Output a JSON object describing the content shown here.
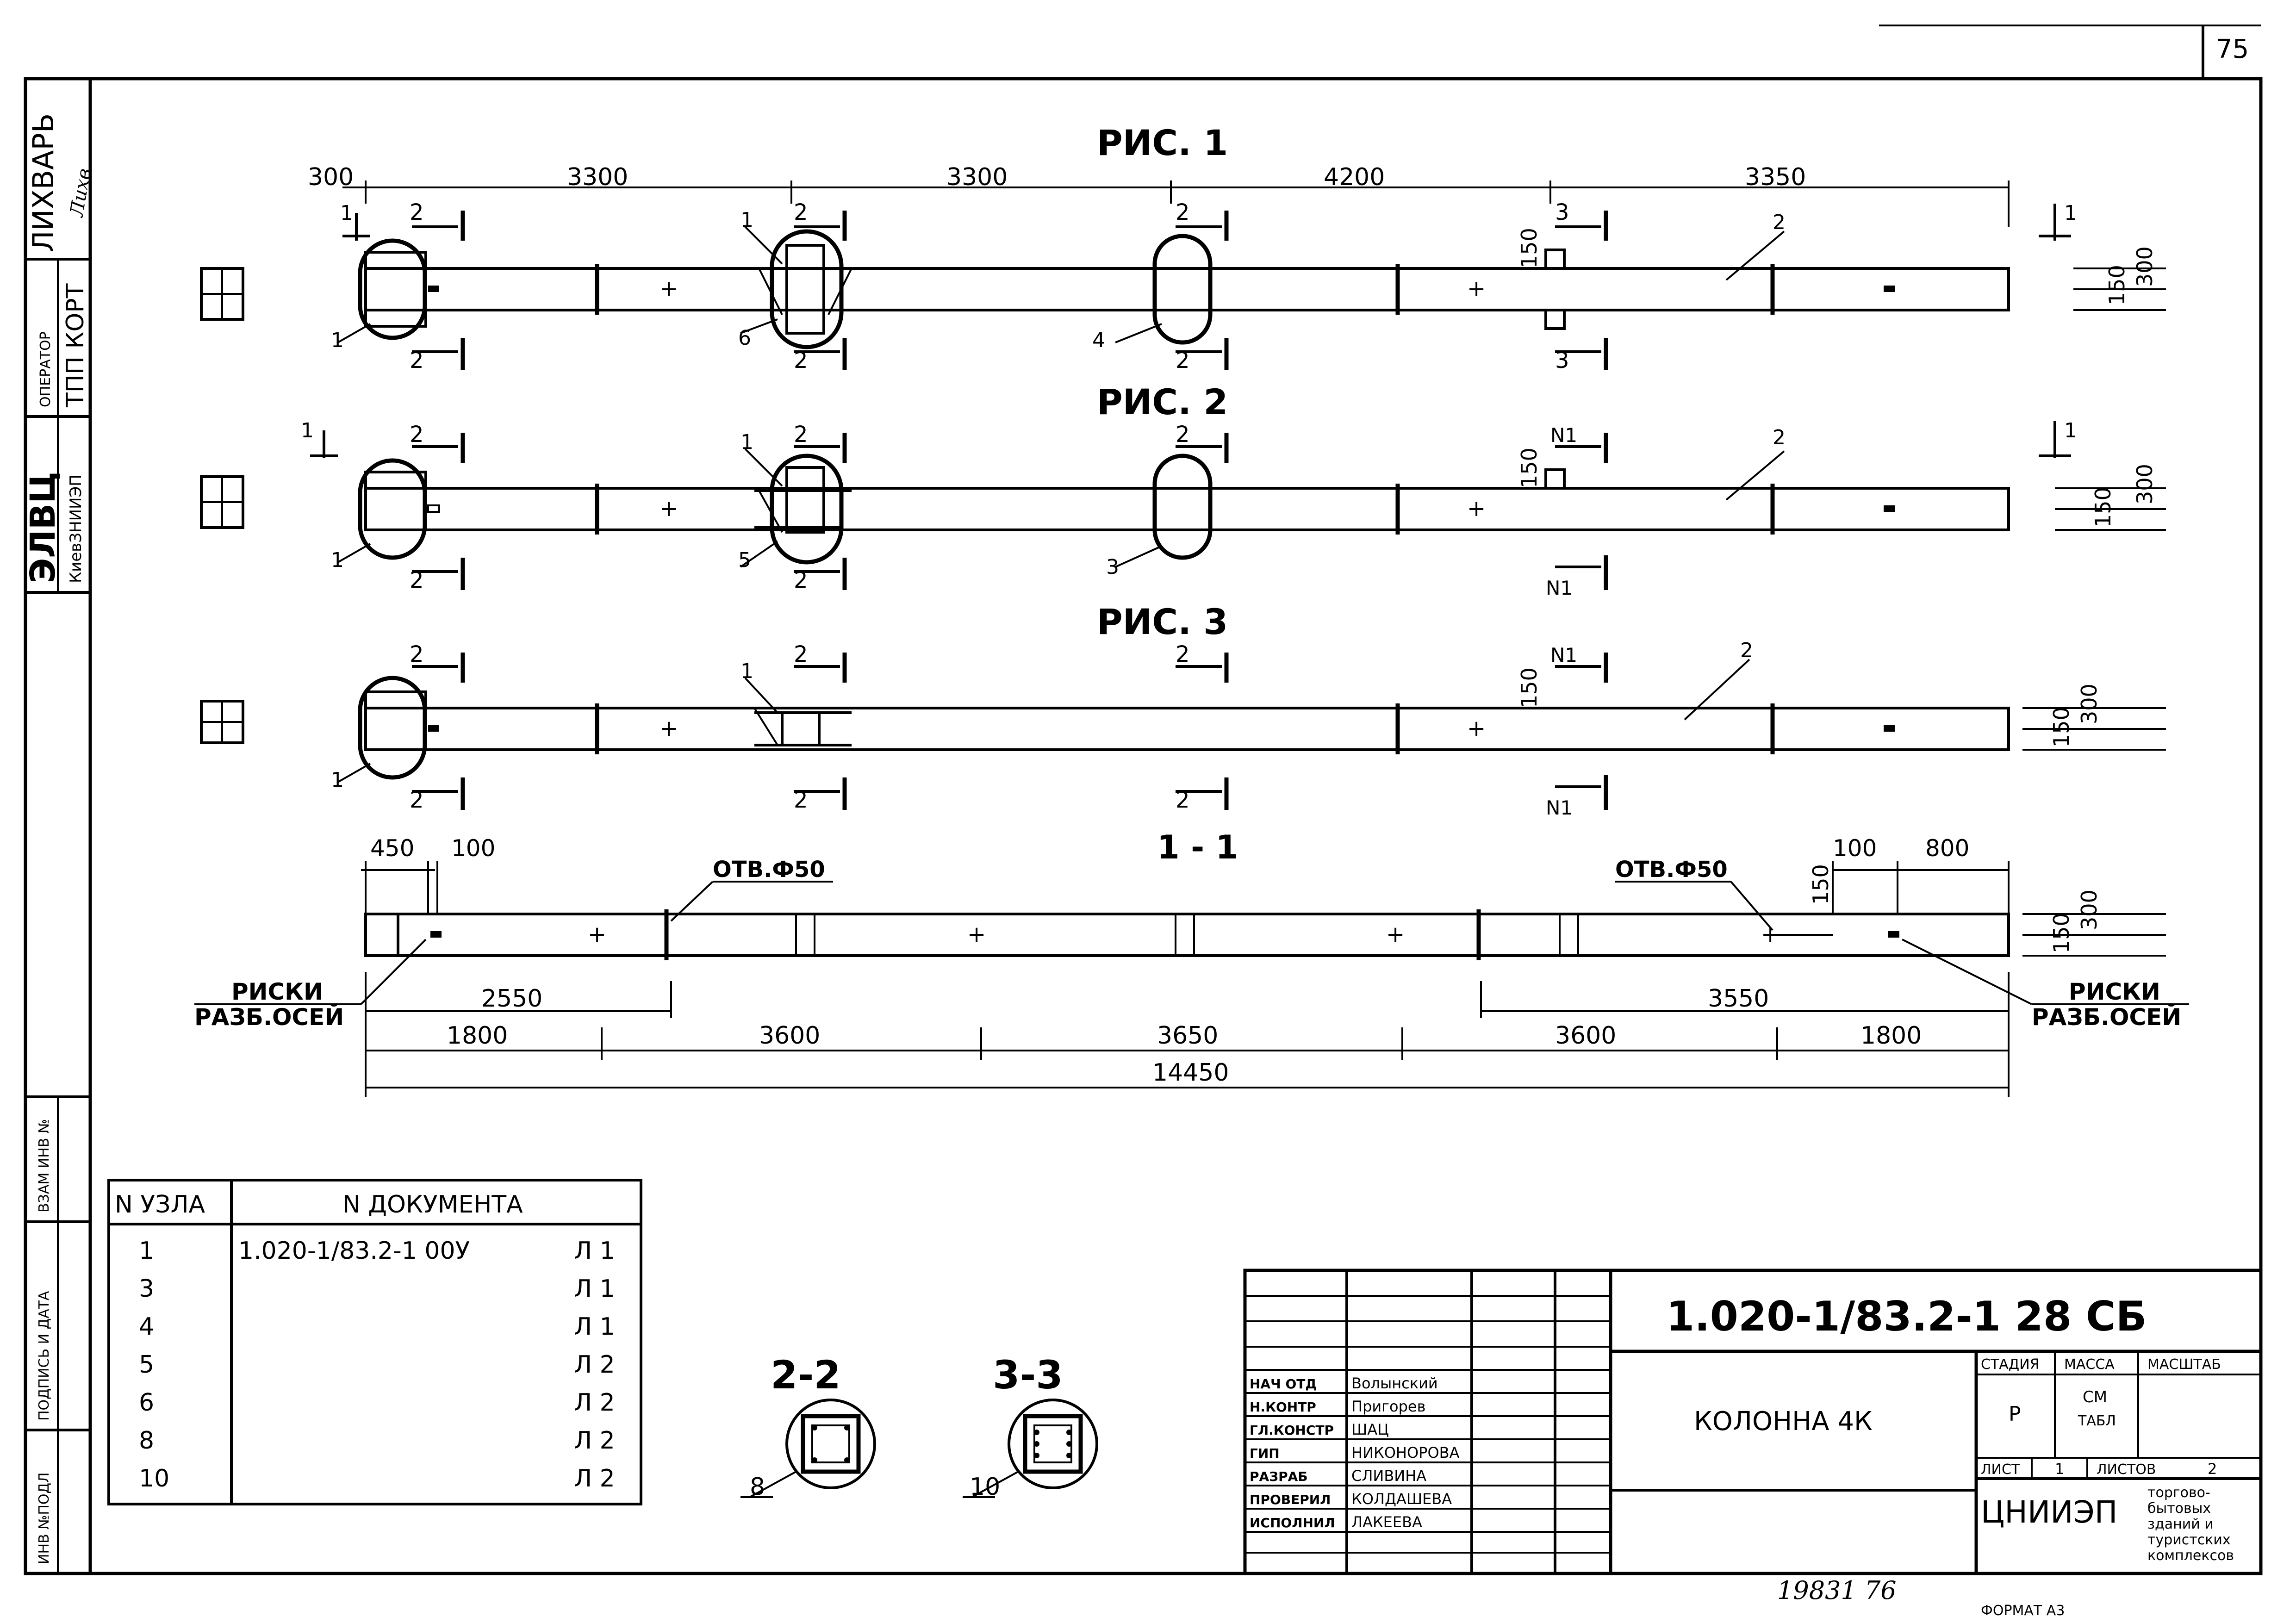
{
  "sheet_number": "75",
  "side_stamps": {
    "stamp1": "ЛИХВАРЬ",
    "operator_label": "ОПЕРАТОР",
    "operator_name": "ТПП КОРТ",
    "stamp2": "ЭЛВЦ",
    "org": "КиевЗНИИЭП"
  },
  "side_labels": {
    "inv_podl": "ИНВ №ПОДЛ",
    "podp_data": "ПОДПИСЬ И ДАТА",
    "vzam": "ВЗАМ ИНВ №"
  },
  "figures": {
    "fig1_title": "РИС. 1",
    "fig2_title": "РИС. 2",
    "fig3_title": "РИС. 3",
    "section_title": "1 - 1",
    "dims_top": [
      "300",
      "3300",
      "3300",
      "4200",
      "3350"
    ],
    "dim_150": "150",
    "dim_300": "300",
    "dim_450": "450",
    "dim_100": "100",
    "dim_800": "800",
    "hole_label": "ОТВ.Ф50",
    "riski": "РИСКИ",
    "razb": "РАЗБ.ОСЕЙ",
    "dims_section_upper": [
      "2550",
      "3550"
    ],
    "dims_section_lower": [
      "1800",
      "3600",
      "3650",
      "3600",
      "1800"
    ],
    "total": "14450",
    "marks": {
      "m1": "1",
      "m2": "2",
      "m3": "3",
      "m4": "4",
      "m5": "5",
      "m6": "6",
      "n1": "N1"
    }
  },
  "nodes_table": {
    "col1_header": "N УЗЛА",
    "col2_header": "N ДОКУМЕНТА",
    "doc_code": "1.020-1/83.2-1 00У",
    "rows": [
      {
        "node": "1",
        "sheet": "Л 1"
      },
      {
        "node": "3",
        "sheet": "Л 1"
      },
      {
        "node": "4",
        "sheet": "Л 1"
      },
      {
        "node": "5",
        "sheet": "Л 2"
      },
      {
        "node": "6",
        "sheet": "Л 2"
      },
      {
        "node": "8",
        "sheet": "Л 2"
      },
      {
        "node": "10",
        "sheet": "Л 2"
      }
    ]
  },
  "sections": {
    "s22_title": "2-2",
    "s22_mark": "8",
    "s33_title": "3-3",
    "s33_mark": "10"
  },
  "title_block": {
    "doc_number": "1.020-1/83.2-1 28 СБ",
    "name": "КОЛОННА 4К",
    "stage_label": "СТАДИЯ",
    "mass_label": "МАССА",
    "scale_label": "МАСШТАБ",
    "stage_value": "Р",
    "mass_value_1": "СМ",
    "mass_value_2": "ТАБЛ",
    "sheet_label": "ЛИСТ",
    "sheet_value": "1",
    "sheets_label": "ЛИСТОВ",
    "sheets_value": "2",
    "org": "ЦНИИЭП",
    "org_desc": [
      "торгово-",
      "бытовых",
      "зданий и",
      "туристских",
      "комплексов"
    ],
    "people": [
      {
        "role": "НАЧ ОТД",
        "name": "Волынский"
      },
      {
        "role": "Н.КОНТР",
        "name": "Пригорев"
      },
      {
        "role": "ГЛ.КОНСТР",
        "name": "ШАЦ"
      },
      {
        "role": "ГИП",
        "name": "НИКОНОРОВА"
      },
      {
        "role": "РАЗРАБ",
        "name": "СЛИВИНА"
      },
      {
        "role": "ПРОВЕРИЛ",
        "name": "КОЛДАШЕВА"
      },
      {
        "role": "ИСПОЛНИЛ",
        "name": "ЛАКЕЕВА"
      }
    ]
  },
  "bottom_handwritten": "19831  76",
  "format_label": "ФОРМАТ А3"
}
